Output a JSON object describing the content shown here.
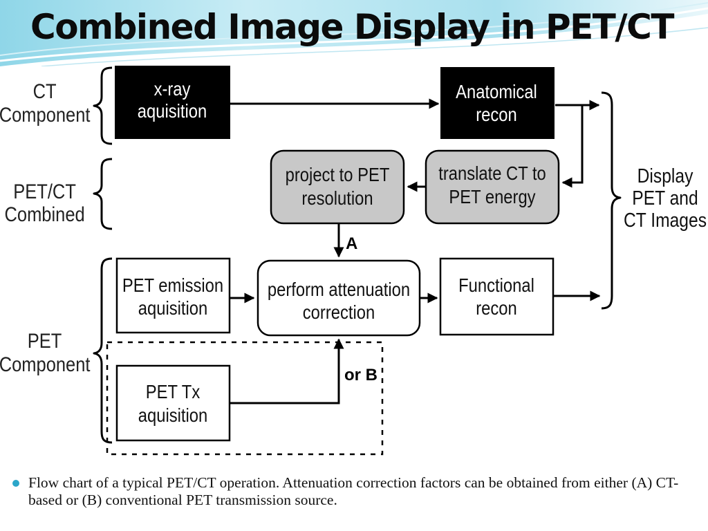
{
  "slide": {
    "title": "Combined Image Display in PET/CT",
    "caption": "Flow chart of a typical PET/CT operation. Attenuation correction factors can be obtained from either (A) CT-based or (B) conventional PET transmission source."
  },
  "colors": {
    "header_band": "#7fcfe3",
    "header_highlight": "#e6f6fb",
    "bullet": "#2ba6c9",
    "black_box": "#000000",
    "gray_box": "#c8c8c8"
  },
  "diagram": {
    "row_labels": {
      "ct": [
        "CT",
        "Component"
      ],
      "combined": [
        "PET/CT",
        "Combined"
      ],
      "pet": [
        "PET",
        "Component"
      ]
    },
    "nodes": {
      "xray": [
        "x-ray",
        "aquisition"
      ],
      "anatomical": [
        "Anatomical",
        "recon"
      ],
      "project": [
        "project to PET",
        "resolution"
      ],
      "translate": [
        "translate CT to",
        "PET energy"
      ],
      "emission": [
        "PET emission",
        "aquisition"
      ],
      "attenuation": [
        "perform attenuation",
        "correction"
      ],
      "functional": [
        "Functional",
        "recon"
      ],
      "tx": [
        "PET Tx",
        "aquisition"
      ]
    },
    "display": [
      "Display",
      "PET and",
      "CT Images"
    ],
    "path_a": "A",
    "path_b": "or B"
  }
}
